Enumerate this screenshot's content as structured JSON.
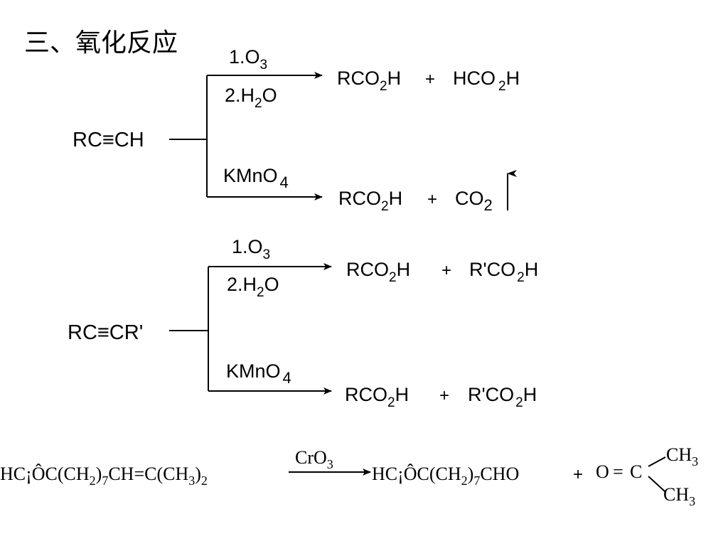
{
  "title": "三、氧化反应",
  "reaction1": {
    "reactant": "RC≡CH",
    "upper": {
      "reagent1_main": "1.O",
      "reagent1_sub": "3",
      "reagent2_a": "2.H",
      "reagent2_sub": "2",
      "reagent2_b": "O",
      "p1_a": "RCO",
      "p1_sub": "2",
      "p1_b": "H",
      "plus": "+",
      "p2_a": "HCO",
      "p2_sub": "2",
      "p2_b": "H"
    },
    "lower": {
      "reagent_main": "KMnO",
      "reagent_sub": "4",
      "p1_a": "RCO",
      "p1_sub": "2",
      "p1_b": "H",
      "plus": "+",
      "p2_a": "CO",
      "p2_sub": "2"
    }
  },
  "reaction2": {
    "reactant": "RC≡CR'",
    "upper": {
      "reagent1_main": "1.O",
      "reagent1_sub": "3",
      "reagent2_a": "2.H",
      "reagent2_sub": "2",
      "reagent2_b": "O",
      "p1_a": "RCO",
      "p1_sub": "2",
      "p1_b": "H",
      "plus": "+",
      "p2_a": "R'CO",
      "p2_sub": "2",
      "p2_b": "H"
    },
    "lower": {
      "reagent_main": "KMnO",
      "reagent_sub": "4",
      "p1_a": "RCO",
      "p1_sub": "2",
      "p1_b": "H",
      "plus": "+",
      "p2_a": "R'CO",
      "p2_sub": "2",
      "p2_b": "H"
    }
  },
  "reaction3": {
    "reactant": {
      "a": "HC¡ÔC(CH",
      "sub1": "2",
      "b": ")",
      "sub2": "7",
      "c": "CH=C(CH",
      "sub3": "3",
      "d": ")",
      "sub4": "2"
    },
    "reagent": {
      "a": "CrO",
      "sub": "3"
    },
    "product1": {
      "a": "HC¡ÔC(CH",
      "sub1": "2",
      "b": ")",
      "sub2": "7",
      "c": "CHO"
    },
    "plus": "+",
    "product2": {
      "o": "O",
      "eq": "=",
      "c": "C",
      "ch3_top_a": "CH",
      "ch3_top_sub": "3",
      "ch3_bot_a": "CH",
      "ch3_bot_sub": "3"
    }
  }
}
